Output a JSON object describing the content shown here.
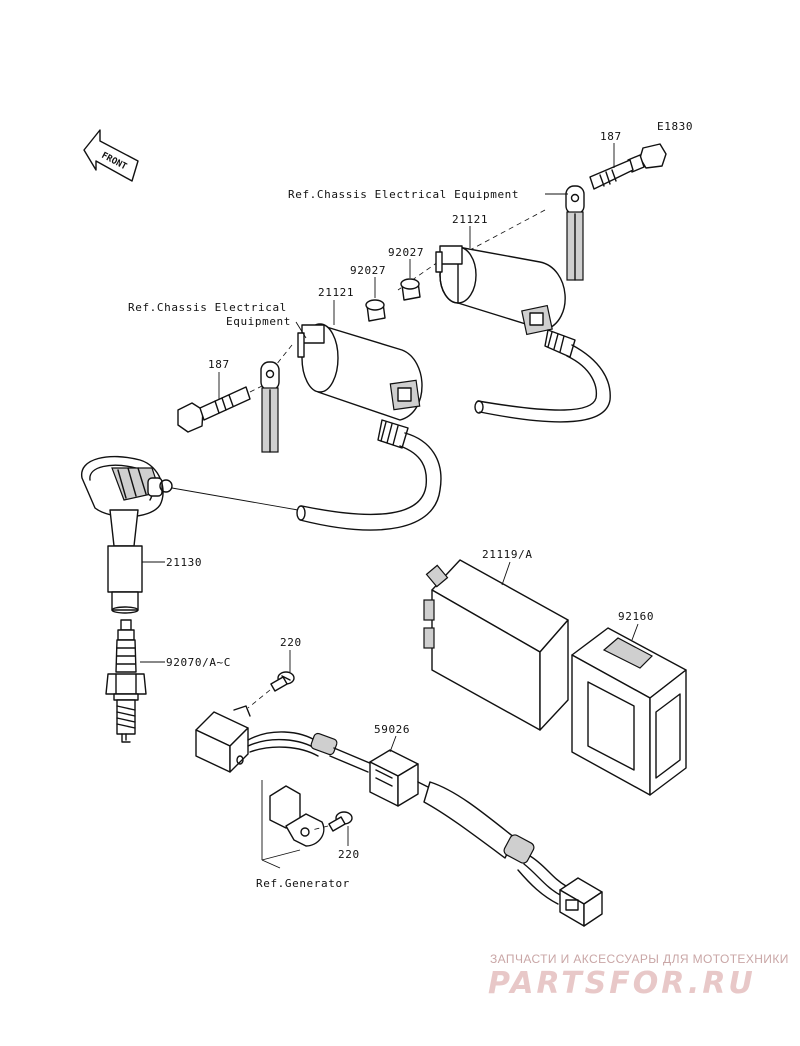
{
  "diagram_code": "E1830",
  "front_label": "FRONT",
  "labels": {
    "bolt_top": "187",
    "bolt_left": "187",
    "ref_chassis_top": "Ref.Chassis Electrical Equipment",
    "ref_chassis_left_line1": "Ref.Chassis Electrical",
    "ref_chassis_left_line2": "Equipment",
    "coil_rear": "21121",
    "coil_front": "21121",
    "collar_rear": "92027",
    "collar_front": "92027",
    "plug_cap": "21130",
    "spark_plug": "92070/A~C",
    "igniter": "21119/A",
    "igniter_holder": "92160",
    "screw_top": "220",
    "screw_bottom": "220",
    "connector": "59026",
    "ref_generator": "Ref.Generator"
  },
  "watermark": {
    "top_text": "ЗАПЧАСТИ И АКСЕССУАРЫ ДЛЯ МОТОТЕХНИКИ",
    "brand": "PARTSFOR.RU"
  }
}
